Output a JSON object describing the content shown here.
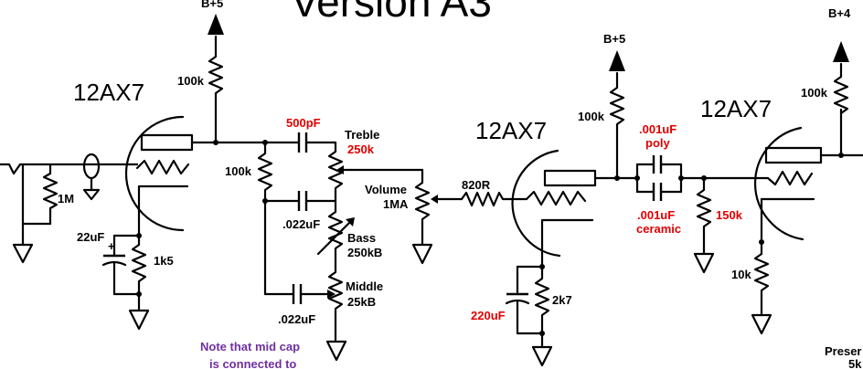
{
  "title_fragment": "Version A3",
  "supply_labels": [
    "B+5",
    "B+5",
    "B+4"
  ],
  "tubes": [
    "12AX7",
    "12AX7",
    "12AX7"
  ],
  "labels": {
    "r_plate1": "100k",
    "r_grid": "1M",
    "c_cathode1": "22uF",
    "r_cathode1": "1k5",
    "c_treble": "500pF",
    "treble": "Treble",
    "treble_val": "250k",
    "r_slope": "100k",
    "c_bass": ".022uF",
    "bass": "Bass",
    "bass_val": "250kB",
    "middle": "Middle",
    "middle_val": "25kB",
    "c_mid": ".022uF",
    "volume": "Volume",
    "volume_val": "1MA",
    "r_grid_stop": "820R",
    "r_plate2": "100k",
    "c_poly": ".001uF",
    "poly": "poly",
    "c_ceramic": ".001uF",
    "ceramic": "ceramic",
    "r_150k": "150k",
    "c_cathode2": "220uF",
    "r_cathode2": "2k7",
    "r_plate3": "100k",
    "r_10k": "10k",
    "note_line1": "Note that mid cap",
    "note_line2": "is connected to",
    "presence_fragment": "Preser",
    "presence_val_fragment": "5k"
  }
}
